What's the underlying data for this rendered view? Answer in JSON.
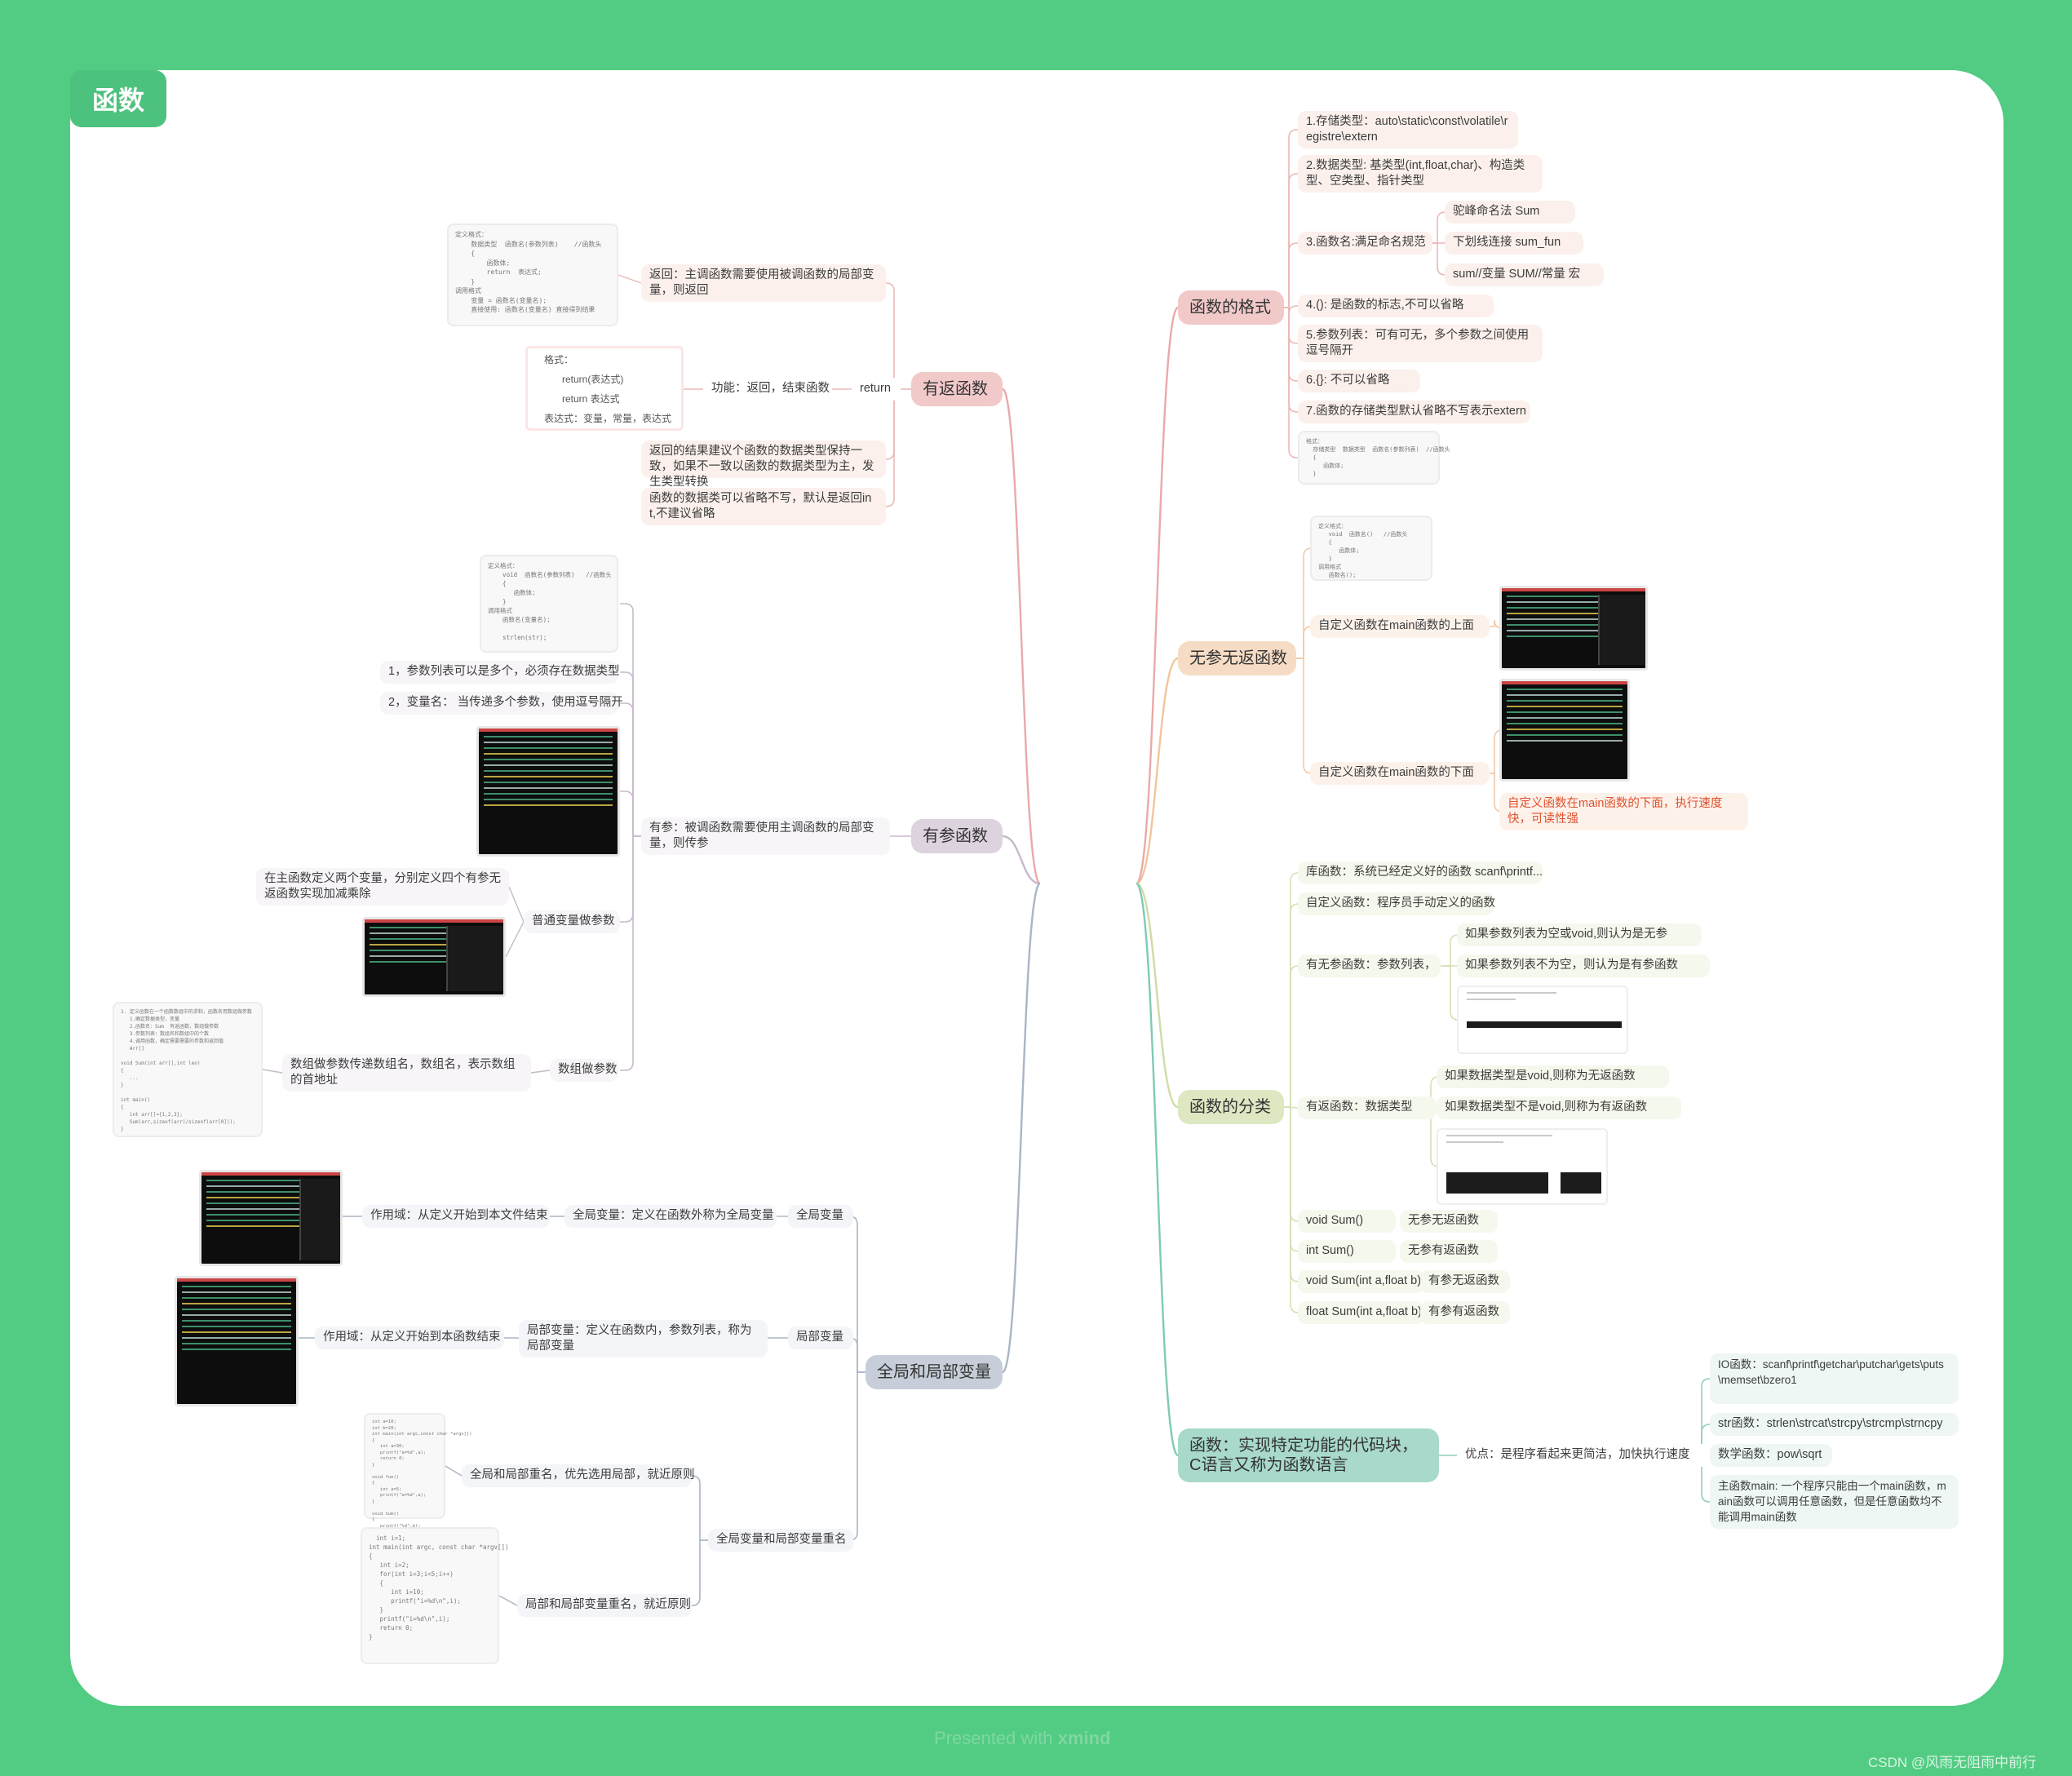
{
  "center": "函数",
  "mains": {
    "format": "函数的格式",
    "noparam": "无参无返函数",
    "classify": "函数的分类",
    "definition": "函数：实现特定功能的代码块，C语言又称为函数语言",
    "youfan": "有返函数",
    "youcan": "有参函数",
    "globallocal": "全局和局部变量"
  },
  "format_items": {
    "storage": "1.存储类型：auto\\static\\const\\volatile\\registre\\extern",
    "dtype": "2.数据类型: 基类型(int,float,char)、构造类型、空类型、指针类型",
    "name": "3.函数名:满足命名规范",
    "camel": "驼峰命名法  Sum",
    "underscore": "下划线连接  sum_fun",
    "case": "sum//变量  SUM//常量 宏",
    "paren": "4.(): 是函数的标志,不可以省略",
    "params": "5.参数列表：可有可无，多个参数之间使用逗号隔开",
    "brace": "6.{}: 不可以省略",
    "default": "7.函数的存储类型默认省略不写表示extern",
    "snippet": "格式：\n  存储类型  数据类型  函数名(参数列表)  //函数头\n  {\n     函数体;\n  }"
  },
  "noparam_items": {
    "above": "自定义函数在main函数的上面",
    "below": "自定义函数在main函数的下面",
    "note": "自定义函数在main函数的下面，执行速度快，可读性强",
    "snippet": "定义格式：\n   void  函数名()   //函数头\n   {\n      函数体;\n   }\n调用格式\n   函数名();"
  },
  "classify_items": {
    "lib": "库函数：系统已经定义好的函数  scanf\\printf...",
    "custom": "自定义函数：程序员手动定义的函数",
    "hasparam": "有无参函数：参数列表，",
    "void_empty": "如果参数列表为空或void,则认为是无参",
    "nonempty": "如果参数列表不为空，则认为是有参函数",
    "hasret": "有返函数：数据类型",
    "void_ret": "如果数据类型是void,则称为无返函数",
    "nonvoid_ret": "如果数据类型不是void,则称为有返函数",
    "ex1a": "void Sum()",
    "ex1b": "无参无返函数",
    "ex2a": "int Sum()",
    "ex2b": "无参有返函数",
    "ex3a": "void Sum(int a,float b)",
    "ex3b": "有参无返函数",
    "ex4a": "float Sum(int a,float b)",
    "ex4b": "有参有返函数"
  },
  "definition_items": {
    "adv": "优点：是程序看起来更简洁，加快执行速度",
    "io": "IO函数：scanf\\printf\\getchar\\putchar\\gets\\puts\\memset\\bzero1",
    "str": "str函数：strlen\\strcat\\strcpy\\strcmp\\strncpy",
    "math": "数学函数：pow\\sqrt",
    "mainfn": "主函数main: 一个程序只能由一个main函数，main函数可以调用任意函数，但是任意函数均不能调用main函数"
  },
  "youfan_items": {
    "ret": "return",
    "return_desc": "返回：主调函数需要使用被调函数的局部变量，则返回",
    "func": "功能：返回，结束函数",
    "consistent": "返回的结果建议个函数的数据类型保持一致，如果不一致以函数的数据类型为主，发生类型转换",
    "omit": "函数的数据类可以省略不写，默认是返回int,不建议省略",
    "snippet1": "定义格式：\n    数据类型  函数名(参数列表)    //函数头\n    {\n        函数体;\n        return  表达式;\n    }\n调用格式\n    变量 = 函数名(变量名);\n    直接使用: 函数名(变量名) 直接得到结果",
    "fmt_title": "格式：",
    "fmt1": "return(表达式)",
    "fmt2": "return  表达式",
    "fmt3": "表达式：变量，常量，表达式"
  },
  "youcan_items": {
    "desc": "有参：被调函数需要使用主调函数的局部变量，则传参",
    "p1": "1，参数列表可以是多个，必须存在数据类型",
    "p2": "2，变量名： 当传递多个参数，使用逗号隔开",
    "normal": "普通变量做参数",
    "normal_desc": "在主函数定义两个变量，分别定义四个有参无返函数实现加减乘除",
    "array": "数组做参数",
    "array_desc": "数组做参数传递数组名，数组名，表示数组的首地址",
    "snippet1": "定义格式：\n    void  函数名(参数列表)   //函数头\n    {\n       函数体;\n    }\n调用格式\n    函数名(变量名);\n\n    strlen(str);",
    "snippet2": "1. 定义函数在一个函数数组中的求和，函数名用数组做参数\n   1.确定数据类型，变量\n   2.函数名：Sum  有返函数，数组做参数\n   3.参数列表：数组名和数组中的个数\n   4.调用函数，确定需要需要的参数和返回值\n   Arr[]  \n\nvoid Sum(int arr[],int len)\n{\n   ...\n}\n\nint main()\n{\n   int arr[]={1,2,3};\n   Sum(arr,sizeof(arr)/sizeof(arr[0]));\n}"
  },
  "gl_items": {
    "global": "全局变量",
    "global_def": "全局变量：定义在函数外称为全局变量",
    "global_scope": "作用域：从定义开始到本文件结束",
    "local": "局部变量",
    "local_def": "局部变量：定义在函数内，参数列表，称为局部变量",
    "local_scope": "作用域：从定义开始到本函数结束",
    "rename": "全局变量和局部变量重名",
    "gl_same": "全局和局部重名，优先选用局部，就近原则",
    "ll_same": "局部和局部变量重名，就近原则",
    "snippet1": "int a=10;\nint b=20;\nint main(int argc,const char *argv[])\n{\n   int a=30;\n   printf(\"a=%d\",a);\n   return 0;\n}\n\nvoid fun()\n{\n   int a=5;\n   printf(\"a=%d\",a);\n}\n\nvoid Sum()\n{\n   printf(\"%d\",b);\n}",
    "snippet2": "  int i=1;\nint main(int argc, const char *argv[])\n{\n   int i=2;\n   for(int i=3;i<5;i++)\n   {\n      int i=10;\n      printf(\"i=%d\\n\",i);\n   }\n   printf(\"i=%d\\n\",i);\n   return 0;\n}"
  },
  "footer": {
    "presented": "Presented with",
    "brand": "xmind"
  },
  "watermark": "CSDN @风雨无阻雨中前行",
  "colors": {
    "background": "#52cc82",
    "center": "#4dc27e",
    "format": "#f2c9c9",
    "noparam": "#f6dcc5",
    "classify": "#dde7c2",
    "definition": "#a8d9cb",
    "youfan": "#f2c9c9",
    "youcan": "#dcd3de",
    "globallocal": "#c7ced9"
  }
}
